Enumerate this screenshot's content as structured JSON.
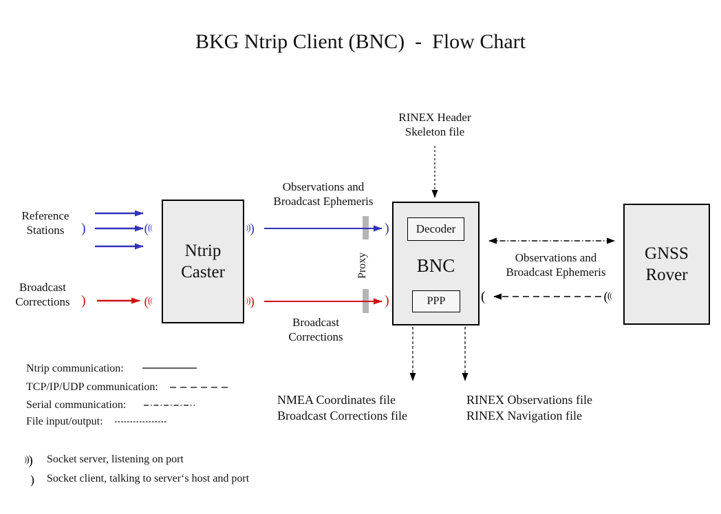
{
  "title": "BKG Ntrip Client (BNC)  -  Flow Chart",
  "nodes": {
    "ntrip_caster": {
      "line1": "Ntrip",
      "line2": "Caster"
    },
    "bnc": {
      "label": "BNC"
    },
    "decoder": {
      "label": "Decoder"
    },
    "ppp": {
      "label": "PPP"
    },
    "gnss_rover": {
      "line1": "GNSS",
      "line2": "Rover"
    },
    "proxy": {
      "label": "Proxy"
    }
  },
  "flow_labels": {
    "reference_stations": {
      "line1": "Reference",
      "line2": "Stations"
    },
    "broadcast_corrections_input": {
      "line1": "Broadcast",
      "line2": "Corrections"
    },
    "obs_ephemeris_caster_bnc": {
      "line1": "Observations and",
      "line2": "Broadcast Ephemeris"
    },
    "broadcast_corrections_caster_bnc": {
      "line1": "Broadcast",
      "line2": "Corrections"
    },
    "rinex_header_skeleton": {
      "line1": "RINEX Header",
      "line2": "Skeleton file"
    },
    "obs_ephemeris_bnc_rover": {
      "line1": "Observations and",
      "line2": "Broadcast Ephemeris"
    },
    "nmea_output": {
      "line1": "NMEA Coordinates file",
      "line2": "Broadcast Corrections file"
    },
    "rinex_output": {
      "line1": "RINEX Observations file",
      "line2": "RINEX Navigation file"
    }
  },
  "legend": {
    "ntrip": "Ntrip communication:",
    "tcp": "TCP/IP/UDP communication:",
    "serial": "Serial communication:",
    "file": "File input/output:",
    "socket_server": "Socket server, listening on port",
    "socket_client": "Socket client, talking to server‘s host and port"
  },
  "symbols": {
    "server_waves_right": ")))",
    "server_waves_left": "(((",
    "client_right": ")",
    "client_left": "("
  },
  "colors": {
    "ntrip_blue": "#3333bb",
    "correction_red": "#cc1111",
    "node_fill": "#ebebeb",
    "proxy_gray": "#b5b5b5"
  }
}
